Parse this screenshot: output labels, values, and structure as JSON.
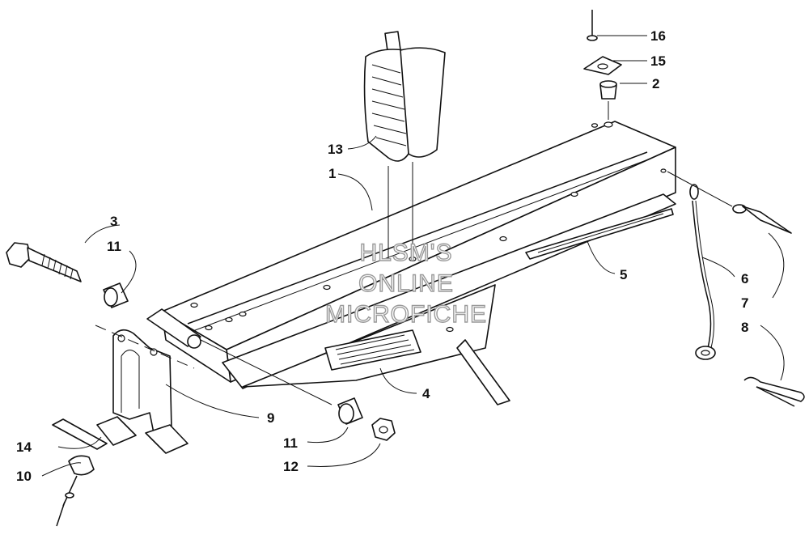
{
  "callouts": [
    {
      "id": "16",
      "text": "16"
    },
    {
      "id": "15",
      "text": "15"
    },
    {
      "id": "2",
      "text": "2"
    },
    {
      "id": "13",
      "text": "13"
    },
    {
      "id": "1",
      "text": "1"
    },
    {
      "id": "3",
      "text": "3"
    },
    {
      "id": "11a",
      "text": "11"
    },
    {
      "id": "5",
      "text": "5"
    },
    {
      "id": "6",
      "text": "6"
    },
    {
      "id": "7",
      "text": "7"
    },
    {
      "id": "8",
      "text": "8"
    },
    {
      "id": "4",
      "text": "4"
    },
    {
      "id": "9",
      "text": "9"
    },
    {
      "id": "14",
      "text": "14"
    },
    {
      "id": "11b",
      "text": "11"
    },
    {
      "id": "10",
      "text": "10"
    },
    {
      "id": "12",
      "text": "12"
    }
  ],
  "watermark": {
    "line1": "HLSM'S",
    "line2": "ONLINE",
    "line3": "MICROFICHE"
  }
}
